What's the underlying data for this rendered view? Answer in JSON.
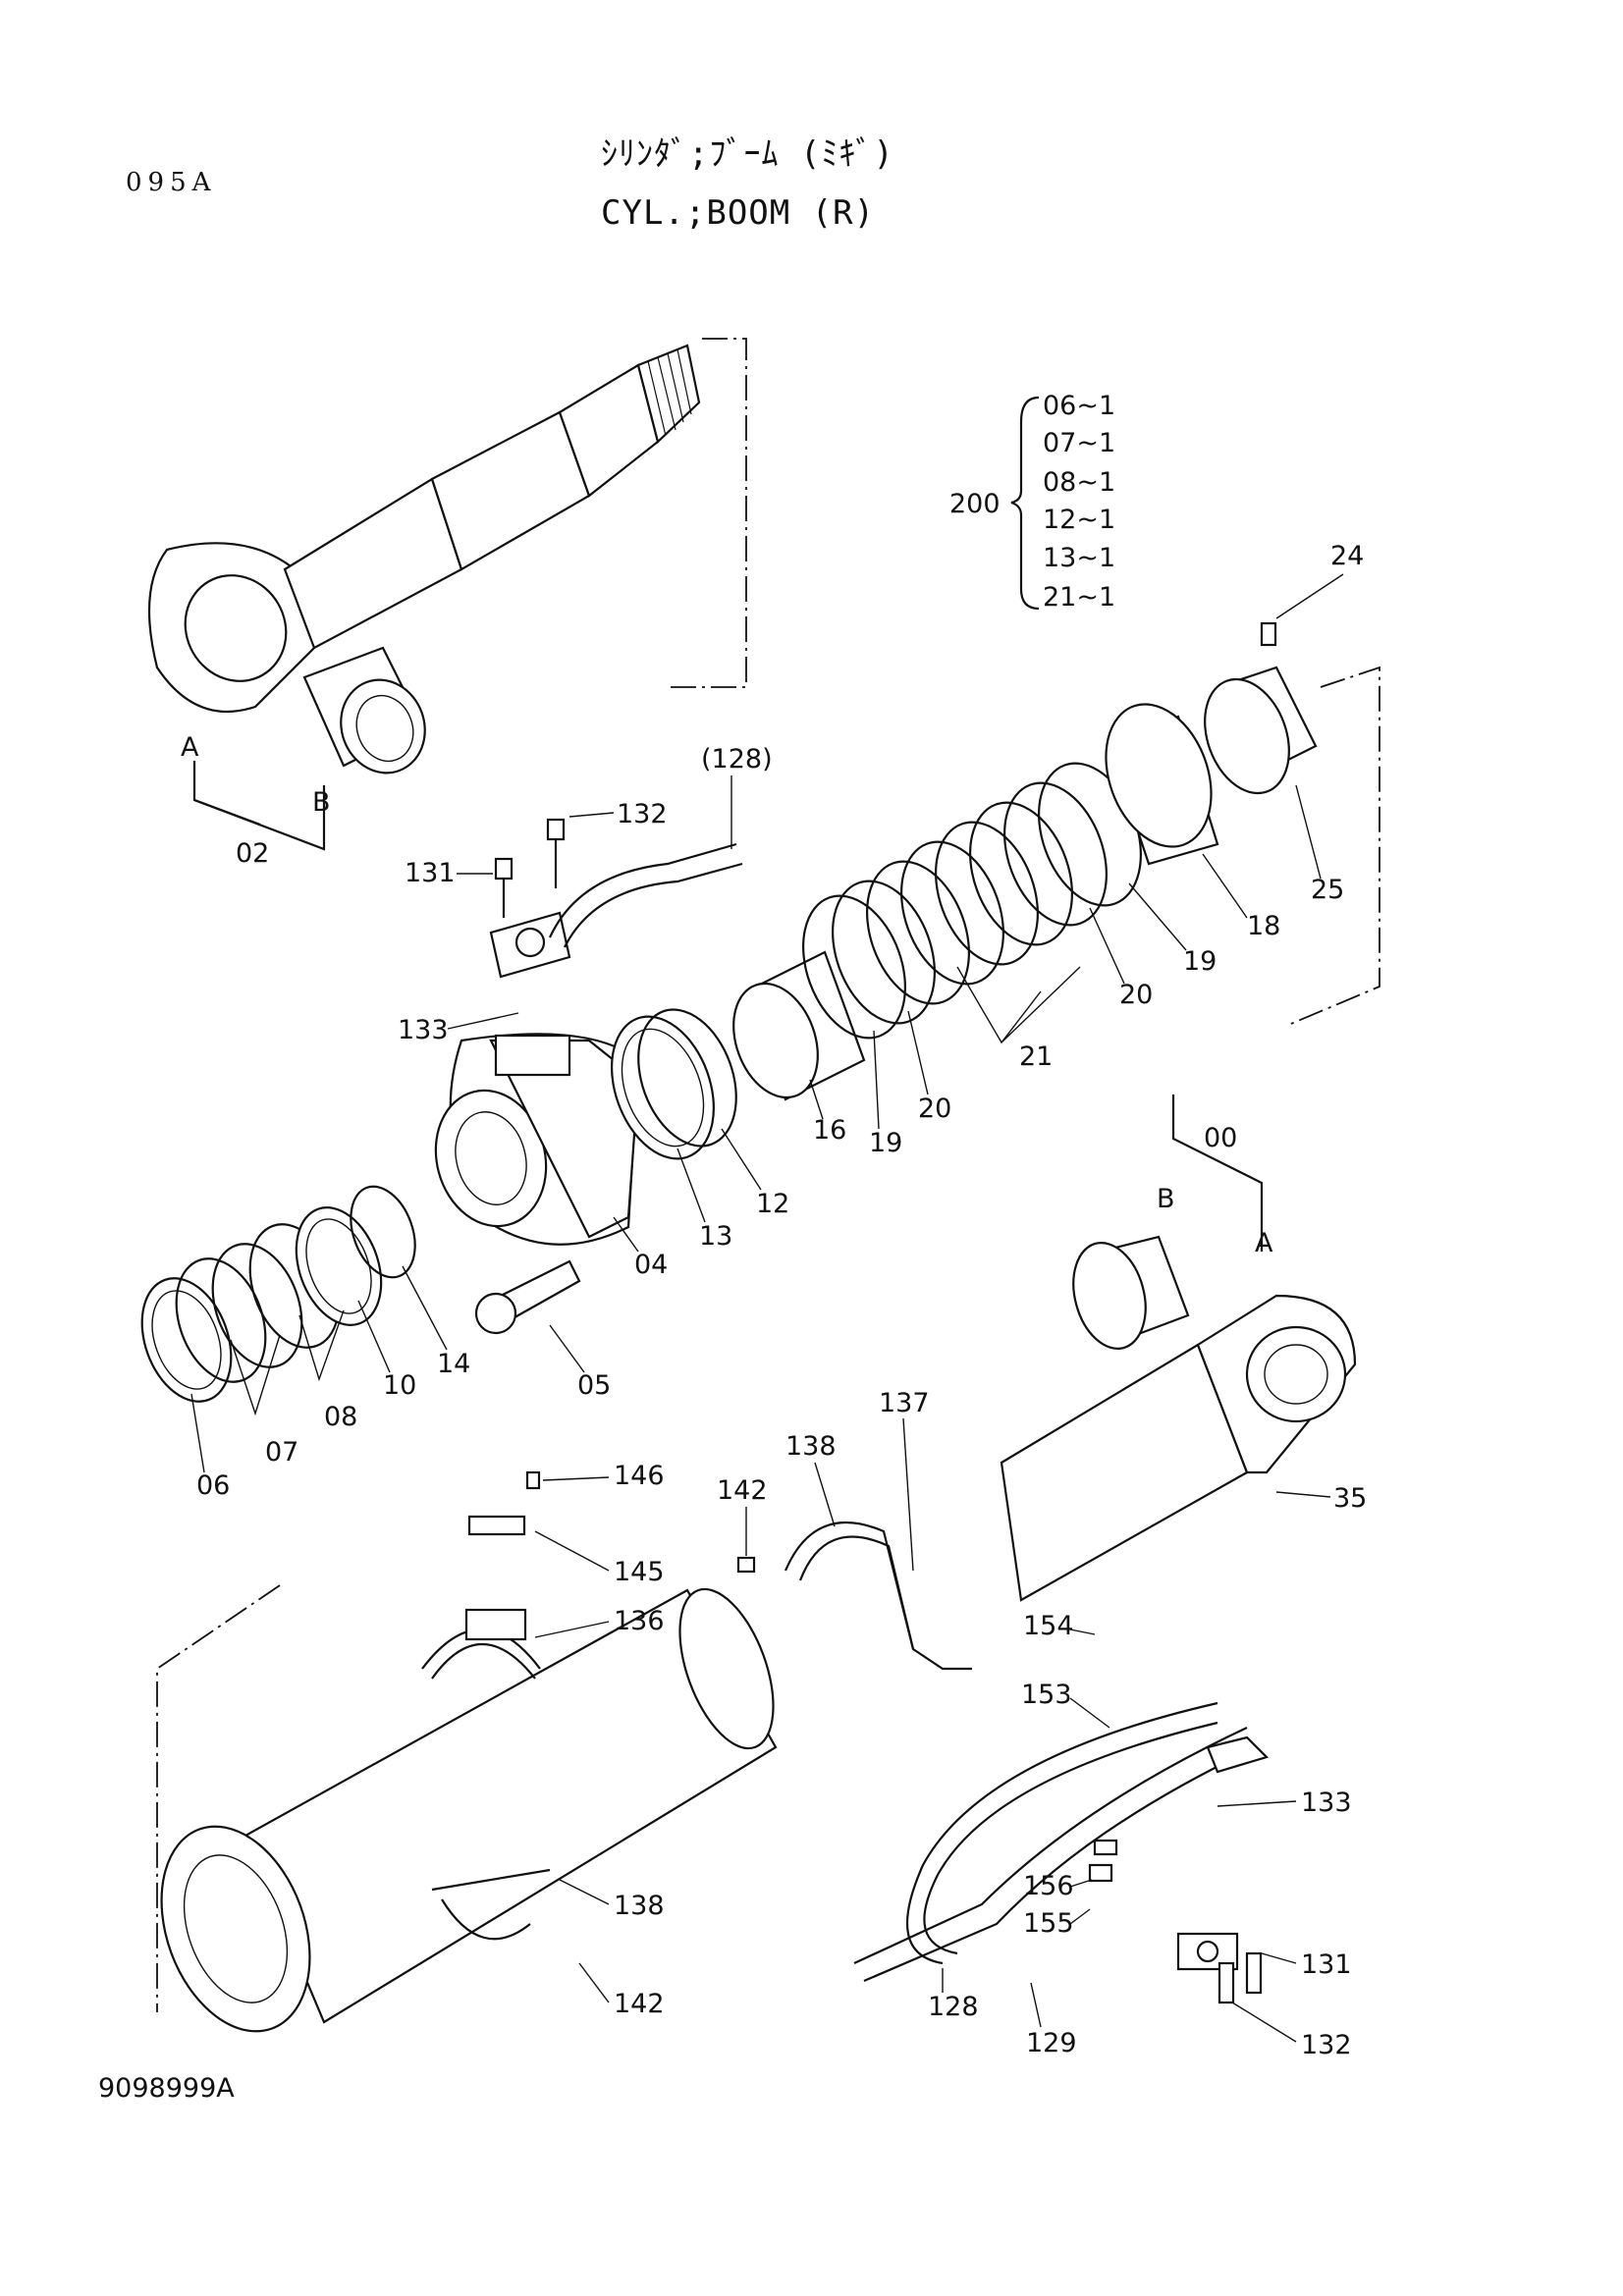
{
  "header": {
    "page_id": "095A",
    "title_jp": "ｼﾘﾝﾀﾞ;ﾌﾞｰﾑ (ﾐｷﾞ)",
    "title_en": "CYL.;BOOM (R)"
  },
  "footer": {
    "doc_number": "9098999A"
  },
  "kit": {
    "number": "200",
    "items": [
      "06~1",
      "07~1",
      "08~1",
      "12~1",
      "13~1",
      "21~1"
    ]
  },
  "callouts": {
    "p00": "00",
    "p02": "02",
    "p04": "04",
    "p05": "05",
    "p06": "06",
    "p07": "07",
    "p08": "08",
    "p10": "10",
    "p12": "12",
    "p13": "13",
    "p14": "14",
    "p16": "16",
    "p18": "18",
    "p19a": "19",
    "p19b": "19",
    "p20a": "20",
    "p20b": "20",
    "p21": "21",
    "p24": "24",
    "p25": "25",
    "p35": "35",
    "p128ref": "(128)",
    "p128": "128",
    "p129": "129",
    "p131a": "131",
    "p131b": "131",
    "p132a": "132",
    "p132b": "132",
    "p133a": "133",
    "p133b": "133",
    "p136": "136",
    "p137": "137",
    "p138a": "138",
    "p138b": "138",
    "p142a": "142",
    "p142b": "142",
    "p145": "145",
    "p146": "146",
    "p153": "153",
    "p154": "154",
    "p155": "155",
    "p156": "156",
    "pA1": "A",
    "pB1": "B",
    "pA2": "A",
    "pB2": "B"
  }
}
